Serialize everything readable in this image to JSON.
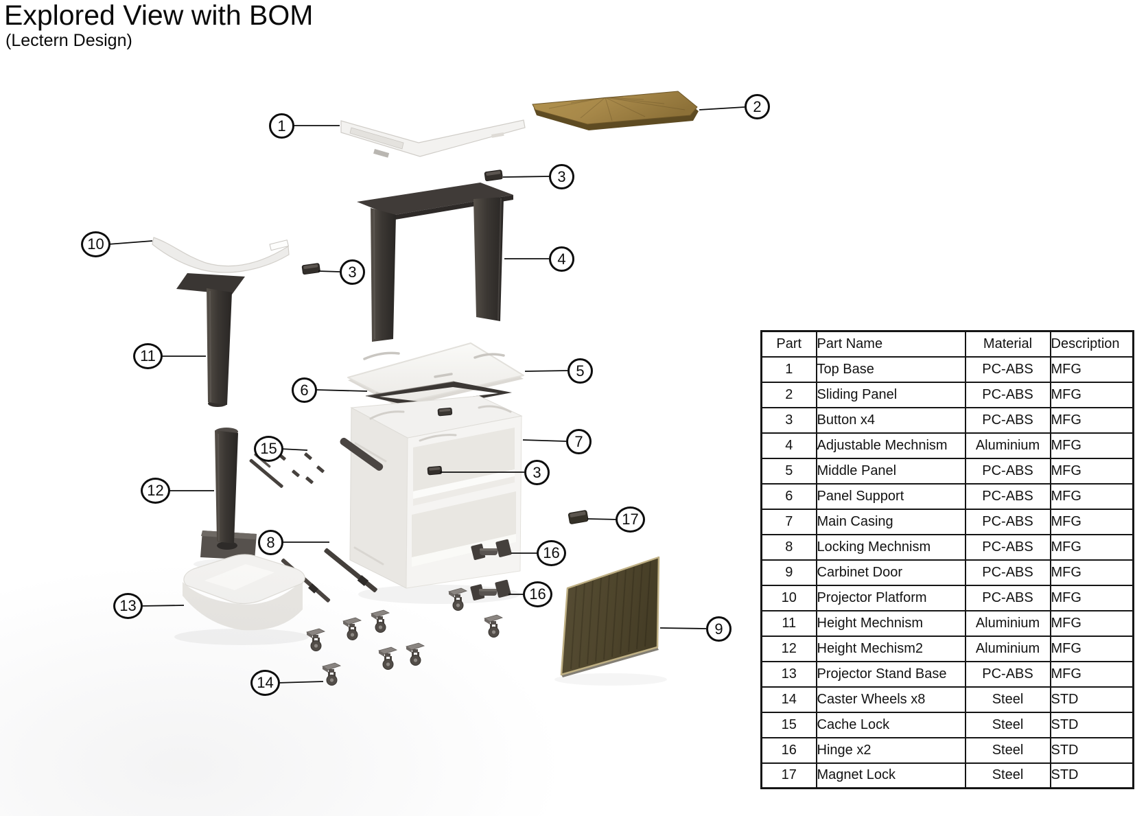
{
  "title": "Explored View with BOM",
  "subtitle": "(Lectern Design)",
  "bom": {
    "headers": {
      "part": "Part",
      "name": "Part Name",
      "material": "Material",
      "description": "Description"
    },
    "rows": [
      {
        "part": "1",
        "name": "Top Base",
        "material": "PC-ABS",
        "description": "MFG"
      },
      {
        "part": "2",
        "name": "Sliding Panel",
        "material": "PC-ABS",
        "description": "MFG"
      },
      {
        "part": "3",
        "name": "Button x4",
        "material": "PC-ABS",
        "description": "MFG"
      },
      {
        "part": "4",
        "name": "Adjustable Mechnism",
        "material": "Aluminium",
        "description": "MFG"
      },
      {
        "part": "5",
        "name": "Middle Panel",
        "material": "PC-ABS",
        "description": "MFG"
      },
      {
        "part": "6",
        "name": "Panel Support",
        "material": "PC-ABS",
        "description": "MFG"
      },
      {
        "part": "7",
        "name": "Main Casing",
        "material": "PC-ABS",
        "description": "MFG"
      },
      {
        "part": "8",
        "name": "Locking Mechnism",
        "material": "PC-ABS",
        "description": "MFG"
      },
      {
        "part": "9",
        "name": "Carbinet Door",
        "material": "PC-ABS",
        "description": "MFG"
      },
      {
        "part": "10",
        "name": "Projector Platform",
        "material": "PC-ABS",
        "description": "MFG"
      },
      {
        "part": "11",
        "name": "Height Mechnism",
        "material": "Aluminium",
        "description": "MFG"
      },
      {
        "part": "12",
        "name": "Height Mechism2",
        "material": "Aluminium",
        "description": "MFG"
      },
      {
        "part": "13",
        "name": "Projector Stand Base",
        "material": "PC-ABS",
        "description": "MFG"
      },
      {
        "part": "14",
        "name": "Caster Wheels x8",
        "material": "Steel",
        "description": "STD"
      },
      {
        "part": "15",
        "name": "Cache Lock",
        "material": "Steel",
        "description": "STD"
      },
      {
        "part": "16",
        "name": "Hinge x2",
        "material": "Steel",
        "description": "STD"
      },
      {
        "part": "17",
        "name": "Magnet Lock",
        "material": "Steel",
        "description": "STD"
      }
    ]
  },
  "diagram": {
    "callouts": [
      {
        "label": "1"
      },
      {
        "label": "2"
      },
      {
        "label": "3"
      },
      {
        "label": "10"
      },
      {
        "label": "3"
      },
      {
        "label": "4"
      },
      {
        "label": "11"
      },
      {
        "label": "5"
      },
      {
        "label": "6"
      },
      {
        "label": "7"
      },
      {
        "label": "15"
      },
      {
        "label": "3"
      },
      {
        "label": "12"
      },
      {
        "label": "17"
      },
      {
        "label": "8"
      },
      {
        "label": "16"
      },
      {
        "label": "13"
      },
      {
        "label": "16"
      },
      {
        "label": "9"
      },
      {
        "label": "14"
      }
    ],
    "colors": {
      "wood_top": "#ab8d4b",
      "wood_door": "#51482f",
      "dark_part": "#3b3733",
      "white_part": "#f3f2f0",
      "line": "#0d0d0d"
    }
  }
}
